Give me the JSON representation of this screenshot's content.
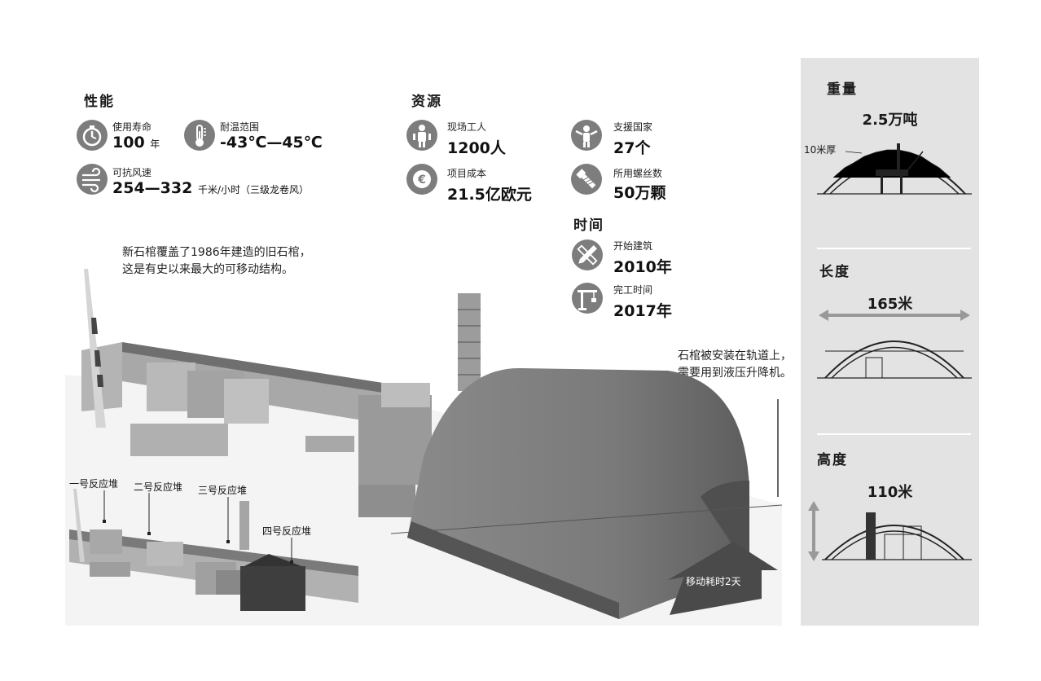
{
  "performance": {
    "heading": "性能",
    "lifespan": {
      "label": "使用寿命",
      "value": "100",
      "unit": "年"
    },
    "temperature": {
      "label": "耐温范围",
      "value": "-43℃—45℃"
    },
    "wind": {
      "label": "可抗风速",
      "value": "254—332",
      "unit": "千米/小时（三级龙卷风）"
    }
  },
  "resources": {
    "heading": "资源",
    "workers": {
      "label": "现场工人",
      "value": "1200人"
    },
    "countries": {
      "label": "支援国家",
      "value": "27个"
    },
    "cost": {
      "label": "项目成本",
      "value": "21.5亿欧元"
    },
    "bolts": {
      "label": "所用螺丝数",
      "value": "50万颗"
    }
  },
  "time": {
    "heading": "时间",
    "start": {
      "label": "开始建筑",
      "value": "2010年"
    },
    "finish": {
      "label": "完工时间",
      "value": "2017年"
    }
  },
  "notes": {
    "coverage_line1": "新石棺覆盖了1986年建造的旧石棺，",
    "coverage_line2": "这是有史以来最大的可移动结构。",
    "rails_line1": "石棺被安装在轨道上，",
    "rails_line2": "需要用到液压升降机。",
    "move": "移动耗时2天"
  },
  "reactors": [
    "一号反应堆",
    "二号反应堆",
    "三号反应堆",
    "四号反应堆"
  ],
  "side_panel": {
    "weight": {
      "heading": "重量",
      "value": "2.5万吨",
      "thickness": "10米厚"
    },
    "length": {
      "heading": "长度",
      "value": "165米"
    },
    "height": {
      "heading": "高度",
      "value": "110米"
    }
  },
  "colors": {
    "icon_bg": "#7d7d7d",
    "panel_bg": "#e3e3e3",
    "text": "#1a1a1a"
  }
}
